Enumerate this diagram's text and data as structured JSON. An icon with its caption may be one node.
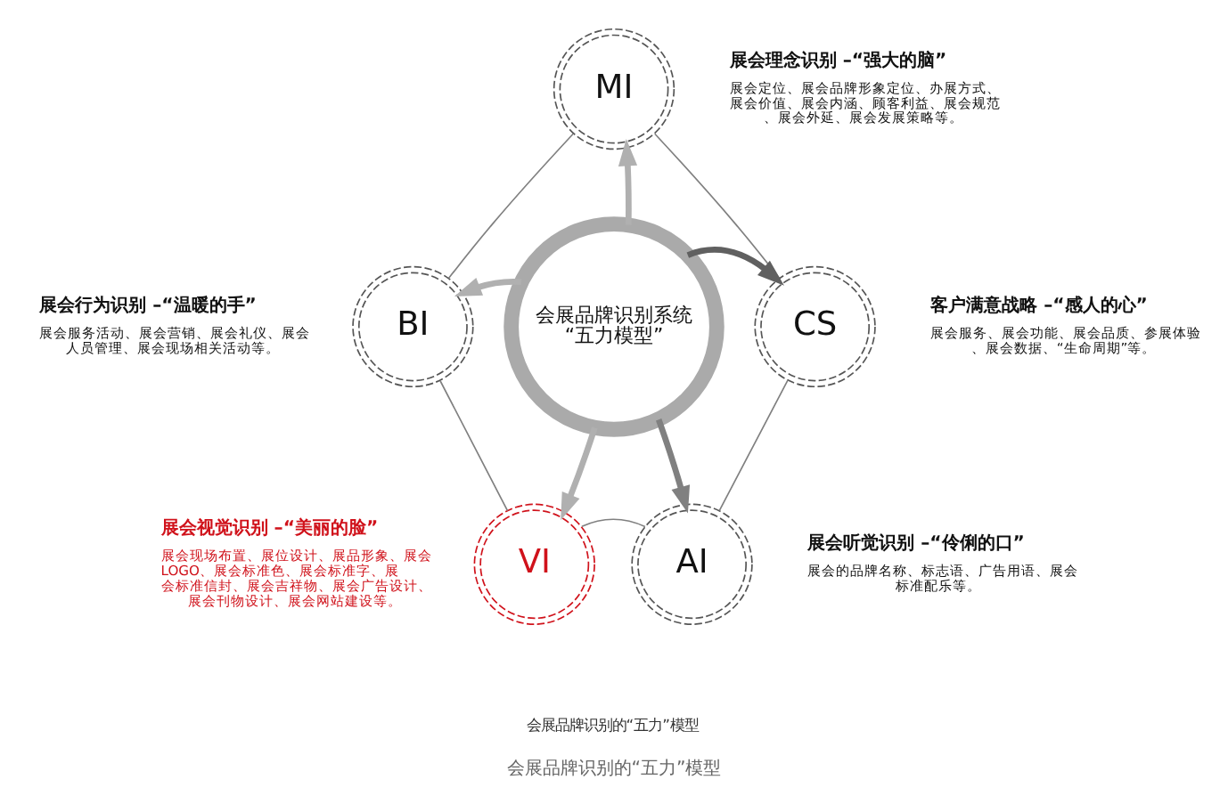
{
  "diagram": {
    "caption": "会展品牌识别的“五力”模型",
    "nodes": [
      {
        "text": [
          "MI"
        ],
        "beside": [
          "展会理念识别 –“强大的脑”",
          "展会定位、展会品牌形象定位、办展方式、展会价值、展会内涵、顾客利益、展会规范、展会外延、展会发展策略等。"
        ]
      },
      {
        "text": [
          "BI"
        ],
        "beside": [
          "展会行为识别 –“温暖的手”",
          "展会服务活动、展会营销、展会礼仪、展会人员管理、展会现场相关活动等。"
        ]
      },
      {
        "text": [
          "会展品牌识别系统",
          "“五力模型”"
        ]
      },
      {
        "text": [
          "CS"
        ],
        "beside": [
          "客户满意战略 –“感人的心”",
          "展会服务、展会功能、展会品质、参展体验、展会数据、“生命周期”等。"
        ]
      },
      {
        "text": [
          "VI"
        ],
        "beside": [
          "展会视觉识别 –“美丽的脸”",
          "展会现场布置、展位设计、展品形象、展会 LOGO、展会标准色、展会标准字、展会标准信封、展会吉祥物、展会广告设计、展会刊物设计、展会网站建设等。"
        ]
      },
      {
        "text": [
          "AI"
        ],
        "beside": [
          "展会听觉识别 –“伶俐的口”",
          "展会的品牌名称、标志语、广告用语、展会标准配乐等。"
        ]
      }
    ],
    "edges": [
      {
        "from": 0,
        "to": 3,
        "arrow": "none",
        "color": "#808080"
      },
      {
        "from": 3,
        "to": 5,
        "arrow": "none",
        "color": "#808080"
      },
      {
        "from": 5,
        "to": 4,
        "arrow": "none",
        "color": "#808080"
      },
      {
        "from": 4,
        "to": 1,
        "arrow": "none",
        "color": "#808080"
      },
      {
        "from": 1,
        "to": 0,
        "arrow": "none",
        "color": "#808080"
      },
      {
        "from": 2,
        "to": 0,
        "arrow": "to",
        "style": "thick",
        "color": "#b0b0b0"
      },
      {
        "from": 2,
        "to": 3,
        "arrow": "to",
        "style": "thick",
        "color": "#606060"
      },
      {
        "from": 2,
        "to": 5,
        "arrow": "to",
        "style": "thick",
        "color": "#808080"
      },
      {
        "from": 2,
        "to": 4,
        "arrow": "to",
        "style": "thick",
        "color": "#b0b0b0"
      },
      {
        "from": 2,
        "to": 1,
        "arrow": "to",
        "style": "thick",
        "color": "#b0b0b0"
      }
    ],
    "labels": [
      "会展品牌识别的“五力”模型"
    ]
  }
}
